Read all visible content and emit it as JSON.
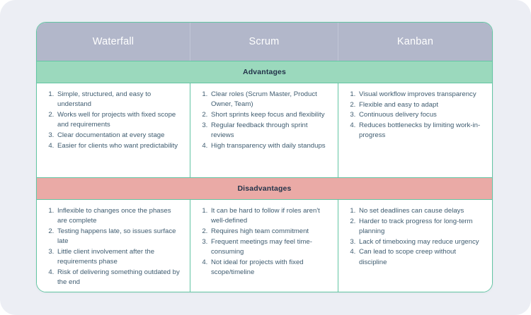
{
  "page": {
    "background_color": "#eceef4",
    "card_border_color": "#63c5a3",
    "header_background": "#b2b7ca",
    "advantages_band_color": "#9bd9bd",
    "disadvantages_band_color": "#eaaaa6",
    "text_color": "#3f5c70"
  },
  "table": {
    "columns": [
      {
        "label": "Waterfall"
      },
      {
        "label": "Scrum"
      },
      {
        "label": "Kanban"
      }
    ],
    "sections": [
      {
        "title": "Advantages",
        "cells": [
          [
            "Simple, structured, and easy to understand",
            "Works well for projects with fixed scope and requirements",
            "Clear documentation at every stage",
            "Easier for clients who want predictability"
          ],
          [
            "Clear roles (Scrum Master, Product Owner, Team)",
            "Short sprints keep focus and flexibility",
            "Regular feedback through sprint reviews",
            "High transparency with daily standups"
          ],
          [
            "Visual workflow improves transparency",
            "Flexible and easy to adapt",
            "Continuous delivery focus",
            "Reduces bottlenecks by limiting work-in-progress"
          ]
        ]
      },
      {
        "title": "Disadvantages",
        "cells": [
          [
            "Inflexible to changes once the phases are complete",
            "Testing happens late, so issues surface late",
            "Little client involvement after the requirements phase",
            "Risk of delivering something outdated by the end"
          ],
          [
            "It can be hard to follow if roles aren't well-defined",
            "Requires high team commitment",
            "Frequent meetings may feel time-consuming",
            "Not ideal for projects with fixed scope/timeline"
          ],
          [
            "No set deadlines can cause delays",
            "Harder to track progress for long-term planning",
            "Lack of timeboxing may reduce urgency",
            "Can lead to scope creep without discipline"
          ]
        ]
      }
    ]
  }
}
